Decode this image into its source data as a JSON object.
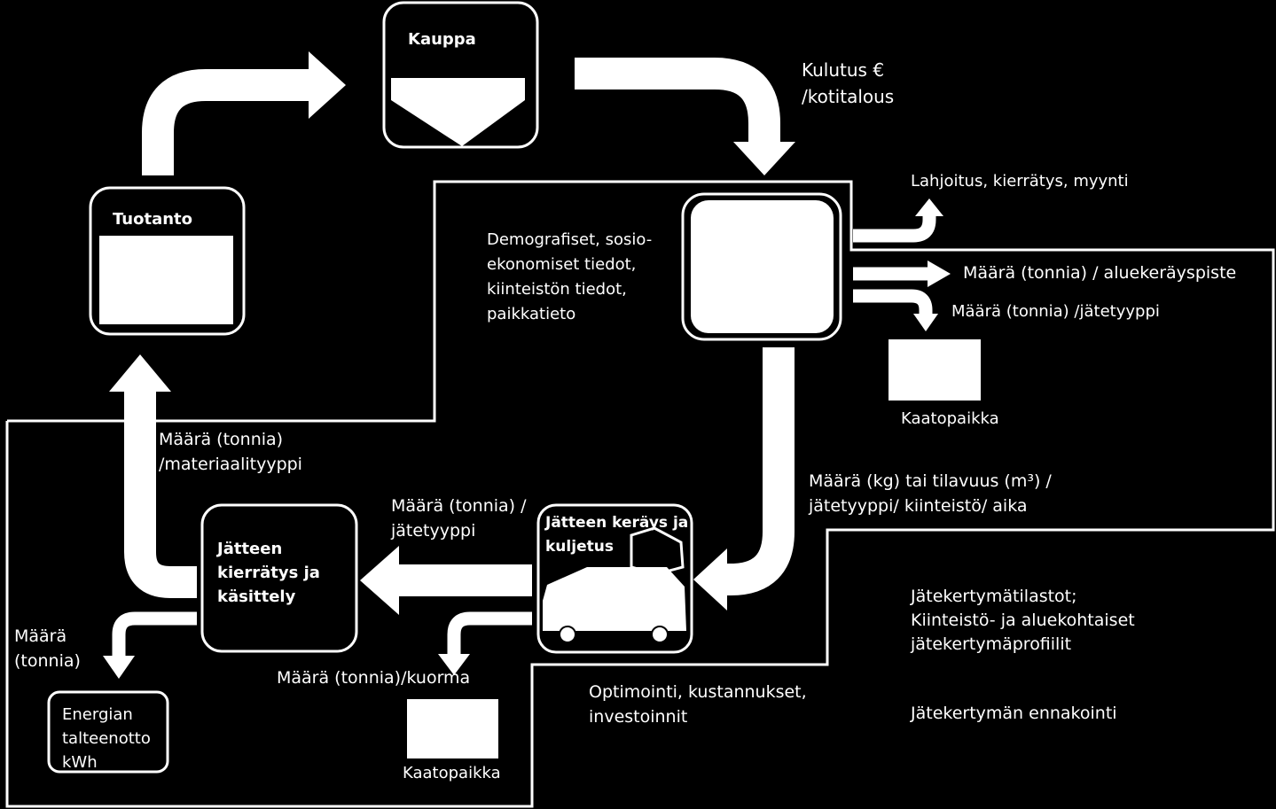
{
  "colors": {
    "background": "#000000",
    "foreground": "#ffffff"
  },
  "nodes": {
    "kauppa": "Kauppa",
    "tuotanto": "Tuotanto",
    "kerays": "Jätteen keräys ja\nkuljetus",
    "kierratys": "Jätteen\nkierrätys ja\nkäsittely",
    "energia": "Energian\ntalteenotto\nkWh",
    "kaatopaikka_right": "Kaatopaikka",
    "kaatopaikka_bottom": "Kaatopaikka"
  },
  "labels": {
    "kulutus": "Kulutus €\n/kotitalous",
    "lahjoitus": "Lahjoitus, kierrätys, myynti",
    "aluekerayspiste": "Määrä (tonnia) / aluekeräyspiste",
    "jatetyyppi_right": "Määrä (tonnia) /jätetyyppi",
    "demografiset": "Demografiset, sosio-\nekonomiset tiedot,\nkiinteistön tiedot,\npaikkatieto",
    "kiinteisto_aika": "Määrä (kg) tai tilavuus (m³) /\njätetyyppi/ kiinteistö/ aika",
    "materiaalityyppi": "Määrä (tonnia)\n/materiaalityyppi",
    "jatetyyppi_mid": "Määrä (tonnia) /\njätetyyppi",
    "maara_tonnia": "Määrä\n(tonnia)",
    "kuorma": "Määrä (tonnia)/kuorma",
    "optimointi": "Optimointi, kustannukset,\ninvestoinnit",
    "tilastot": "Jätekertymätilastot;\nKiinteistö- ja aluekohtaiset\njätekertymäprofiilit",
    "ennakointi": "Jätekertymän ennakointi"
  }
}
